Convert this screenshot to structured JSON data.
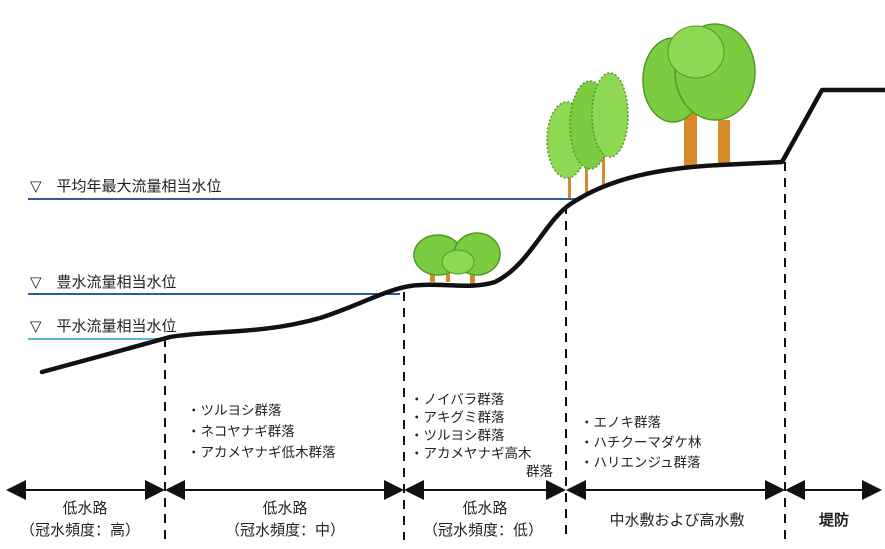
{
  "water_levels": [
    {
      "label": "▽　平均年最大流量相当水位",
      "color": "#2e5e99"
    },
    {
      "label": "▽　豊水流量相当水位",
      "color": "#2e5e99"
    },
    {
      "label": "▽　平水流量相当水位",
      "color": "#5bb6d9"
    }
  ],
  "vegetation": {
    "zone2": [
      "・ツルヨシ群落",
      "・ネコヤナギ群落",
      "・アカメヤナギ低木群落"
    ],
    "zone3": [
      "・ノイバラ群落",
      "・アキグミ群落",
      "・ツルヨシ群落",
      "・アカメヤナギ高木",
      "群落"
    ],
    "zone4": [
      "・エノキ群落",
      "・ハチクーマダケ林",
      "・ハリエンジュ群落"
    ]
  },
  "zones": [
    {
      "name": "低水路",
      "sub": "（冠水頻度：高）"
    },
    {
      "name": "低水路",
      "sub": "（冠水頻度：中）"
    },
    {
      "name": "低水路",
      "sub": "（冠水頻度：低）"
    },
    {
      "name": "中水敷および高水敷",
      "sub": ""
    },
    {
      "name": "堤防",
      "sub": ""
    }
  ],
  "colors": {
    "ground": "#111111",
    "foliage": "#7ccc42",
    "foliage_dark": "#4f9a2a",
    "trunk": "#d88a2a"
  }
}
